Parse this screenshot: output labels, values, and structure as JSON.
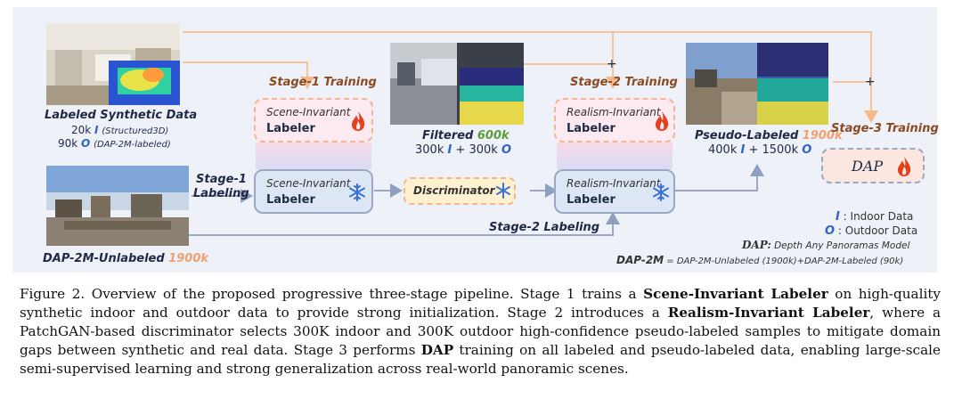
{
  "diagram": {
    "labeled_synthetic": {
      "title": "Labeled Synthetic Data",
      "line1_count": "20k",
      "line1_sym": "I",
      "line1_src": "(Structured3D)",
      "line2_count": "90k",
      "line2_sym": "O",
      "line2_src": "(DAP-2M-labeled)"
    },
    "unlabeled": {
      "name": "DAP-2M-Unlabeled",
      "count": "1900k"
    },
    "stage1_training": "Stage-1  Training",
    "stage1_labeling_a": "Stage-1",
    "stage1_labeling_b": "Labeling",
    "scene_labeler_top": {
      "line1": "Scene-Invariant",
      "line2": "Labeler"
    },
    "scene_labeler_bottom": {
      "line1": "Scene-Invariant",
      "line2": "Labeler"
    },
    "discriminator": "Discriminator",
    "filtered": {
      "title": "Filtered",
      "count": "600k",
      "detail_a": "300k",
      "detail_sym_a": "I",
      "detail_plus": "+ 300k",
      "detail_sym_b": "O"
    },
    "stage2_training": "Stage-2  Training",
    "stage2_labeling": "Stage-2 Labeling",
    "realism_labeler_top": {
      "line1": "Realism-Invariant",
      "line2": "Labeler"
    },
    "realism_labeler_bottom": {
      "line1": "Realism-Invariant",
      "line2": "Labeler"
    },
    "pseudo": {
      "title": "Pseudo-Labeled",
      "count": "1900k",
      "detail_a": "400k",
      "detail_sym_a": "I",
      "detail_plus": "+ 1500k",
      "detail_sym_b": "O"
    },
    "stage3_training": "Stage-3  Training",
    "dap": "DAP",
    "plus": "+",
    "legend": {
      "indoor_sym": "I",
      "indoor": ": Indoor Data",
      "outdoor_sym": "O",
      "outdoor": ": Outdoor Data",
      "dap_sym": "DAP:",
      "dap_desc": "Depth Any Panoramas Model",
      "dap2m_sym": "DAP-2M",
      "dap2m_desc": "= DAP-2M-Unlabeled (1900k)+DAP-2M-Labeled (90k)"
    }
  },
  "caption": {
    "p1": "Figure 2. Overview of the proposed progressive three-stage pipeline. Stage 1 trains a ",
    "b1": "Scene-Invariant Labeler",
    "p2": " on high-quality synthetic indoor and outdoor data to provide strong initialization. Stage 2 introduces a ",
    "b2": "Realism-Invariant Labeler",
    "p3": ", where a PatchGAN-based discriminator selects 300K indoor and 300K outdoor high-confidence pseudo-labeled samples to mitigate domain gaps between synthetic and real data. Stage 3 performs ",
    "b3": "DAP",
    "p4": " training on all labeled and pseudo-labeled data, enabling large-scale semi-supervised learning and strong generalization across real-world panoramic scenes."
  },
  "colors": {
    "panel_bg": "#eef1f8",
    "orange_line": "#f5c49c",
    "blue_line": "#9aa8c4",
    "labeler_pink": "#fde9f0",
    "labeler_blue": "#dde6f5",
    "discriminator_fill": "#fdf1cf",
    "flame": "#e3401d",
    "snow": "#3a72d6"
  }
}
